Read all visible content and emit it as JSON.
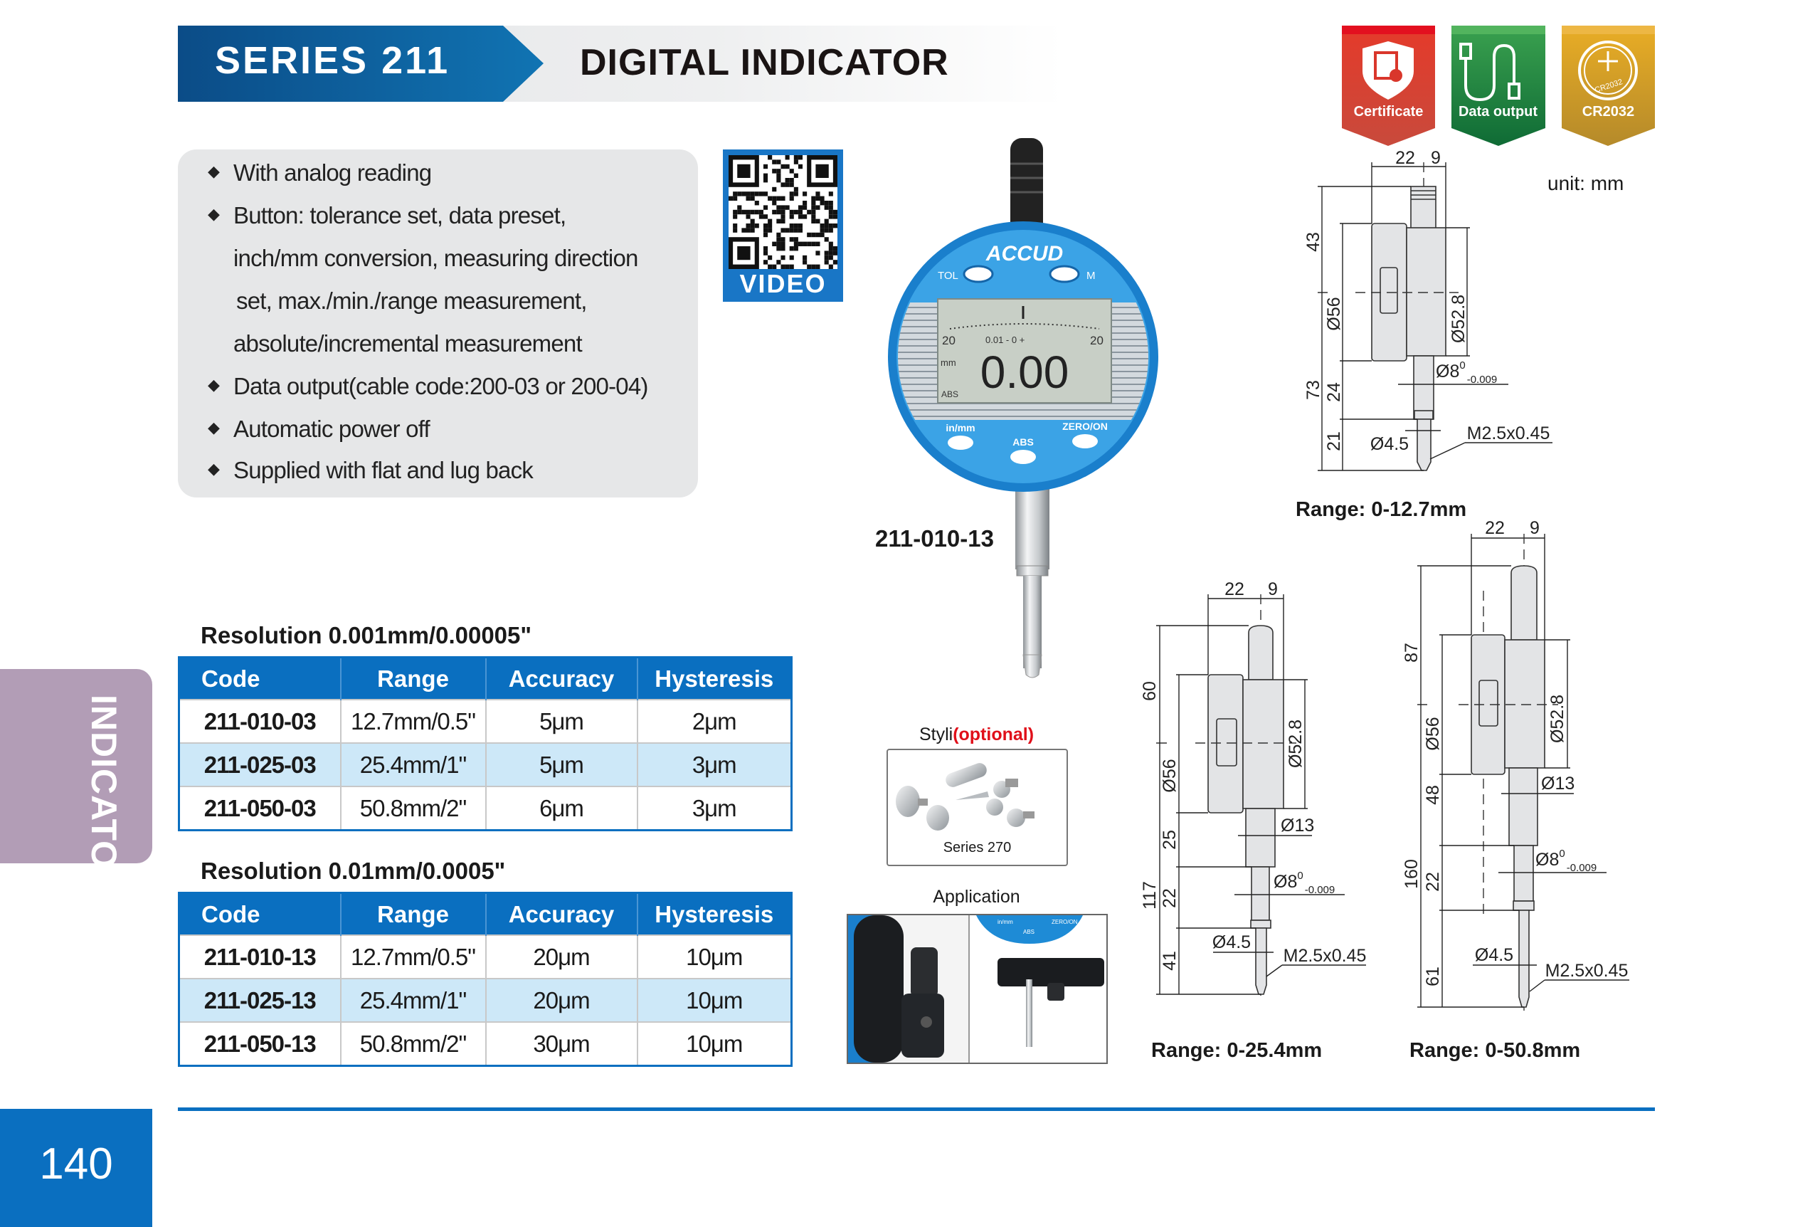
{
  "header": {
    "series": "SERIES 211",
    "title": "DIGITAL INDICATOR"
  },
  "features": [
    "With analog reading",
    "Button: tolerance set, data preset,",
    "inch/mm conversion, measuring direction",
    "set, max./min./range measurement,",
    "absolute/incremental measurement",
    "Data output(cable code:200-03 or 200-04)",
    "Automatic power off",
    "Supplied with flat and lug back"
  ],
  "qr": {
    "label": "VIDEO"
  },
  "product_label": "211-010-13",
  "gauge": {
    "brand": "ACCUD",
    "tol": "TOL",
    "m": "M",
    "lcd_range": "20",
    "lcd_unit": "mm",
    "lcd_scale": "0.01 - 0 +",
    "lcd_value": "0.00",
    "lcd_abs": "ABS",
    "btn_inmm": "in/mm",
    "btn_abs": "ABS",
    "btn_zero": "ZERO/ON"
  },
  "badges": [
    {
      "label": "Certificate",
      "color": "#d9362b"
    },
    {
      "label": "Data output",
      "color": "#1f8a45"
    },
    {
      "label": "CR2032",
      "icon_text": "CR2032",
      "color": "#d9a11f"
    }
  ],
  "unit": "unit: mm",
  "tables": [
    {
      "title": "Resolution 0.001mm/0.00005\"",
      "headers": [
        "Code",
        "Range",
        "Accuracy",
        "Hysteresis"
      ],
      "rows": [
        [
          "211-010-03",
          "12.7mm/0.5\"",
          "5μm",
          "2μm"
        ],
        [
          "211-025-03",
          "25.4mm/1\"",
          "5μm",
          "3μm"
        ],
        [
          "211-050-03",
          "50.8mm/2\"",
          "6μm",
          "3μm"
        ]
      ]
    },
    {
      "title": "Resolution 0.01mm/0.0005\"",
      "headers": [
        "Code",
        "Range",
        "Accuracy",
        "Hysteresis"
      ],
      "rows": [
        [
          "211-010-13",
          "12.7mm/0.5\"",
          "20μm",
          "10μm"
        ],
        [
          "211-025-13",
          "25.4mm/1\"",
          "20μm",
          "10μm"
        ],
        [
          "211-050-13",
          "50.8mm/2\"",
          "30μm",
          "10μm"
        ]
      ]
    }
  ],
  "styli": {
    "title": "Styli",
    "optional": "(optional)",
    "caption": "Series 270"
  },
  "application": {
    "title": "Application",
    "inmm": "in/mm",
    "abs": "ABS",
    "zero": "ZERO/ON"
  },
  "drawings": [
    {
      "range": "Range: 0-12.7mm",
      "dims": {
        "w1": "22",
        "w2": "9",
        "h_top": "43",
        "h_total": "73",
        "d_body": "Ø56",
        "d_back": "Ø52.8",
        "l_stem": "24",
        "l_tip": "21",
        "d_stem": "Ø8",
        "tol_up": "0",
        "tol_low": "-0.009",
        "d_tip": "Ø4.5",
        "thread": "M2.5x0.45"
      }
    },
    {
      "range": "Range: 0-25.4mm",
      "dims": {
        "w1": "22",
        "w2": "9",
        "h_top": "60",
        "h_total": "117",
        "d_body": "Ø56",
        "d_back": "Ø52.8",
        "l_collar": "25",
        "l_stem": "22",
        "l_tip": "41",
        "d_collar": "Ø13",
        "d_stem": "Ø8",
        "tol_up": "0",
        "tol_low": "-0.009",
        "d_tip": "Ø4.5",
        "thread": "M2.5x0.45"
      }
    },
    {
      "range": "Range: 0-50.8mm",
      "dims": {
        "w1": "22",
        "w2": "9",
        "h_top": "87",
        "h_total": "160",
        "d_body": "Ø56",
        "d_back": "Ø52.8",
        "l_collar": "48",
        "l_stem": "22",
        "l_tip": "61",
        "d_collar": "Ø13",
        "d_stem": "Ø8",
        "tol_up": "0",
        "tol_low": "-0.009",
        "d_tip": "Ø4.5",
        "thread": "M2.5x0.45"
      }
    }
  ],
  "side_tab": "INDICATOR",
  "page_number": "140"
}
